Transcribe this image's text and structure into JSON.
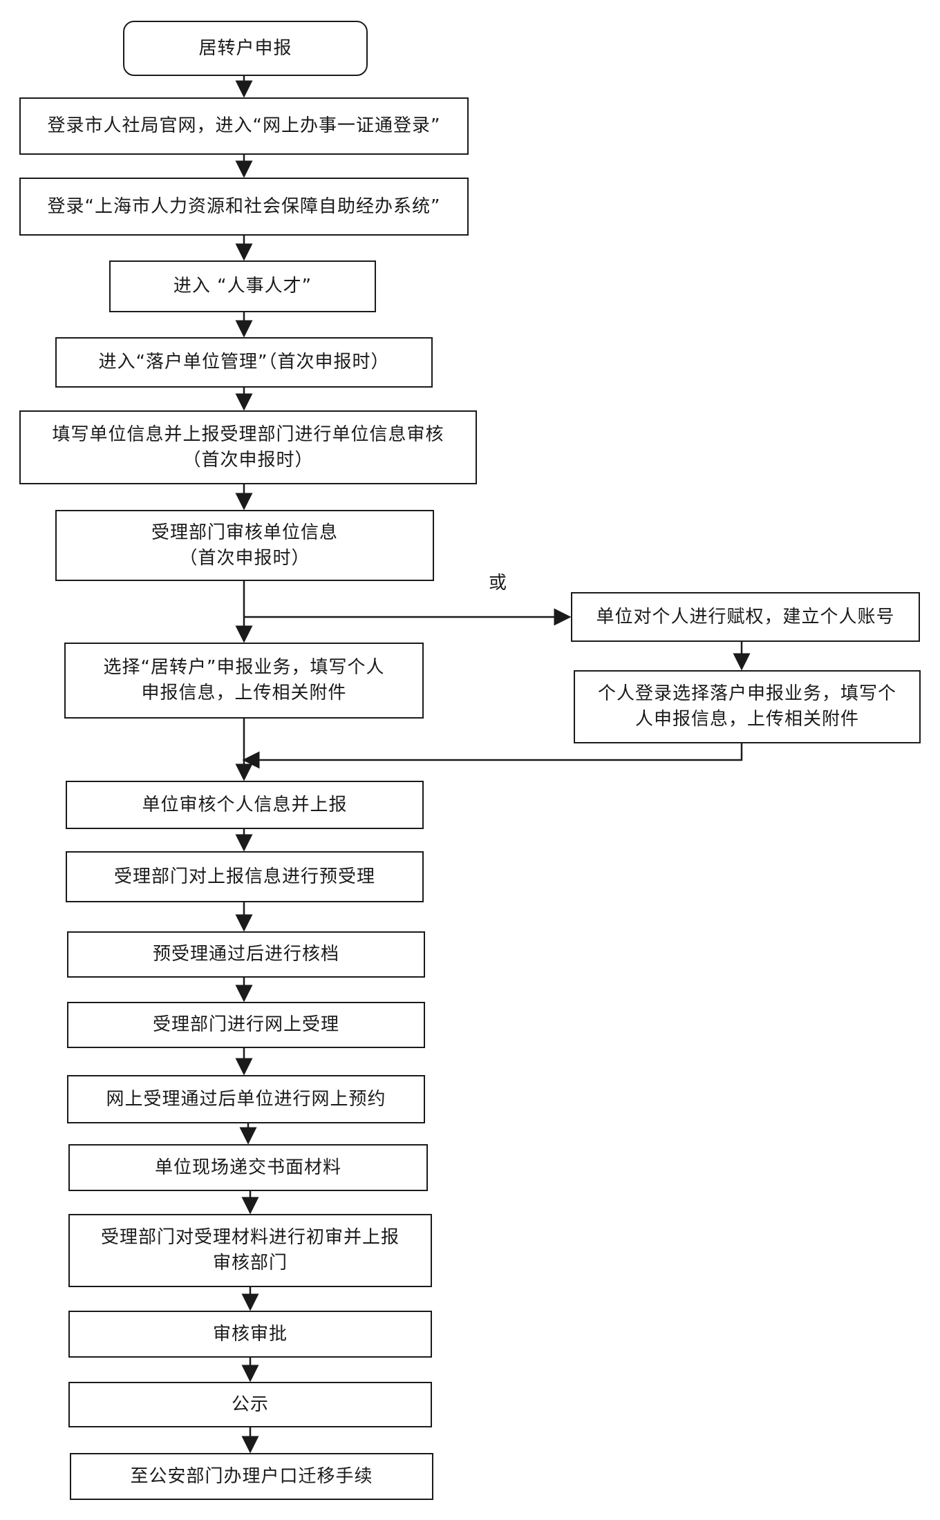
{
  "flowchart": {
    "steps": {
      "start": "居转户申报",
      "s1": "登录市人社局官网，进入“网上办事一证通登录”",
      "s2": "登录“上海市人力资源和社会保障自助经办系统”",
      "s3": "进入 “人事人才”",
      "s4": "进入“落户单位管理”（首次申报时）",
      "s5": "填写单位信息并上报受理部门进行单位信息审核\n（首次申报时）",
      "s6": "受理部门审核单位信息\n（首次申报时）",
      "s7": "选择“居转户”申报业务，填写个人\n申报信息，上传相关附件",
      "r1": "单位对个人进行赋权，建立个人账号",
      "r2": "个人登录选择落户申报业务，填写个\n人申报信息，上传相关附件",
      "s8": "单位审核个人信息并上报",
      "s9": "受理部门对上报信息进行预受理",
      "s10": "预受理通过后进行核档",
      "s11": "受理部门进行网上受理",
      "s12": "网上受理通过后单位进行网上预约",
      "s13": "单位现场递交书面材料",
      "s14": "受理部门对受理材料进行初审并上报\n审核部门",
      "s15": "审核审批",
      "s16": "公示",
      "s17": "至公安部门办理户口迁移手续"
    },
    "branch_label": "或"
  }
}
